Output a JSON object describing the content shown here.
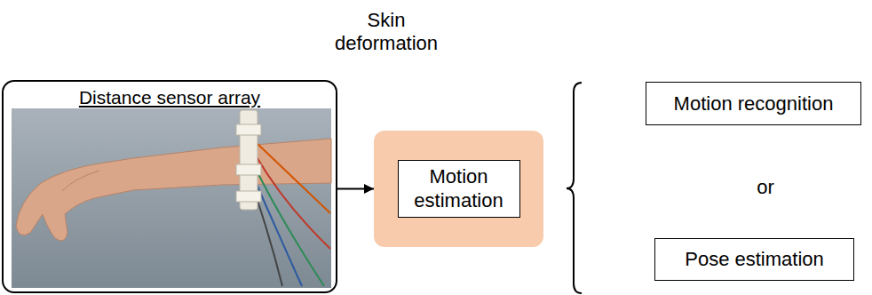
{
  "diagram": {
    "nodes": [
      {
        "text": [
          "Distance sensor array"
        ]
      },
      {
        "text": [
          "Motion estimation"
        ]
      },
      {
        "text": [
          "Motion recognition"
        ]
      },
      {
        "text": [
          "Pose estimation"
        ]
      }
    ],
    "edges": [
      {
        "from": 0,
        "to": 1,
        "arrow": "to"
      }
    ],
    "labels": [
      "Skin deformation",
      "or"
    ]
  }
}
